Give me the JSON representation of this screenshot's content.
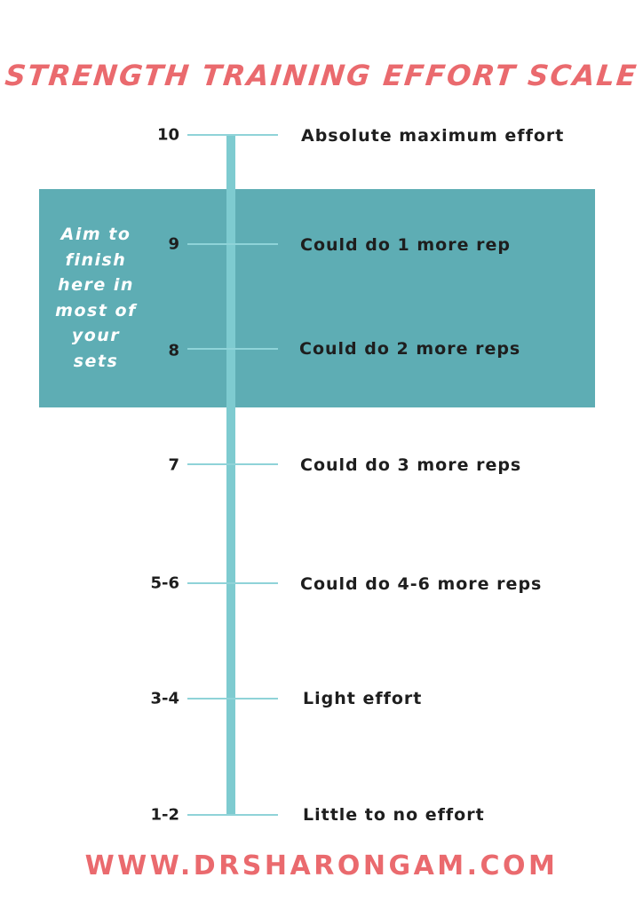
{
  "title": "STRENGTH TRAINING EFFORT SCALE",
  "highlight_note": "Aim to finish here in most of your sets",
  "levels": [
    {
      "level": "10",
      "description": "Absolute maximum effort"
    },
    {
      "level": "9",
      "description": "Could do 1 more rep"
    },
    {
      "level": "8",
      "description": "Could do 2 more reps"
    },
    {
      "level": "7",
      "description": "Could do 3 more reps"
    },
    {
      "level": "5-6",
      "description": "Could do 4-6 more reps"
    },
    {
      "level": "3-4",
      "description": "Light effort"
    },
    {
      "level": "1-2",
      "description": "Little to no effort"
    }
  ],
  "highlighted_levels": [
    "9",
    "8"
  ],
  "footer": "WWW.DRSHARONGAM.COM",
  "colors": {
    "accent": "#ea6a6e",
    "highlight_band": "#5eadb4",
    "scale_line": "#7ecbd0",
    "text": "#1e1e1e"
  }
}
